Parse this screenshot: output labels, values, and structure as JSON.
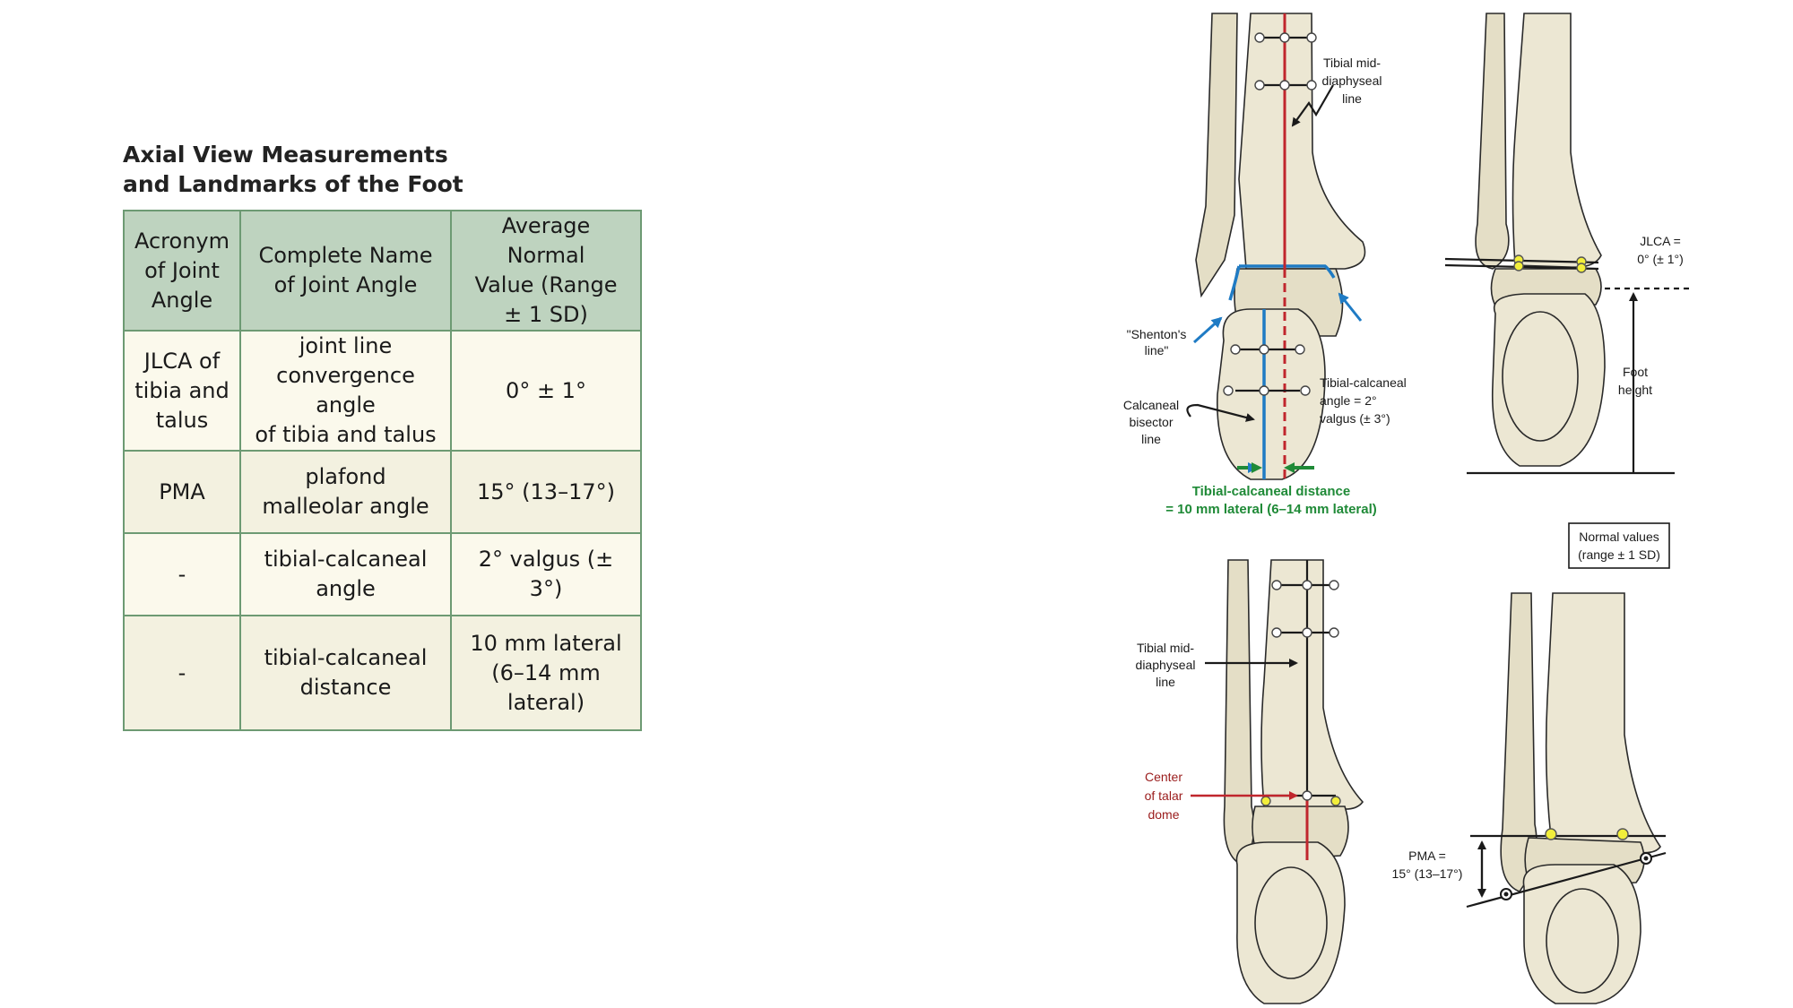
{
  "title": {
    "line1": "Axial View Measurements",
    "line2": "and Landmarks of the Foot"
  },
  "table": {
    "headers": [
      [
        "Acronym",
        "of Joint",
        "Angle"
      ],
      [
        "Complete Name",
        "of Joint Angle"
      ],
      [
        "Average Normal",
        "Value (Range",
        "± 1 SD)"
      ]
    ],
    "rows": [
      [
        [
          "JLCA of",
          "tibia and",
          "talus"
        ],
        [
          "joint line",
          "convergence angle",
          "of tibia and talus"
        ],
        [
          "0° ± 1°"
        ]
      ],
      [
        [
          "PMA"
        ],
        [
          "plafond",
          "malleolar angle"
        ],
        [
          "15° (13–17°)"
        ]
      ],
      [
        [
          "-"
        ],
        [
          "tibial-calcaneal",
          "angle"
        ],
        [
          "2° valgus (± 3°)"
        ]
      ],
      [
        [
          "-"
        ],
        [
          "tibial-calcaneal",
          "distance"
        ],
        [
          "10 mm lateral",
          "(6–14 mm",
          "lateral)"
        ]
      ]
    ]
  },
  "figure": {
    "tibial_line_top": [
      "Tibial mid-",
      "diaphyseal",
      "line"
    ],
    "shentons": [
      "\"Shenton's",
      "line\""
    ],
    "calcaneal_bisector": [
      "Calcaneal",
      "bisector",
      "line"
    ],
    "tibial_calcaneal_angle": [
      "Tibial-calcaneal",
      "angle = 2°",
      "valgus (± 3°)"
    ],
    "tibial_calcaneal_distance": [
      "Tibial-calcaneal distance",
      "= 10 mm lateral (6–14 mm lateral)"
    ],
    "jlca": [
      "JLCA =",
      "0° (± 1°)"
    ],
    "foot_height": [
      "Foot",
      "height"
    ],
    "normal_values": [
      "Normal values",
      "(range ± 1 SD)"
    ],
    "tibial_line_bottom": [
      "Tibial mid-",
      "diaphyseal",
      "line"
    ],
    "center_talar": [
      "Center",
      "of talar",
      "dome"
    ],
    "pma": [
      "PMA =",
      "15° (13–17°)"
    ]
  },
  "colors": {
    "header_bg": "#bed3bf",
    "border": "#6d9a73",
    "red_line": "#c0262d",
    "blue_line": "#1f7bc4",
    "green_text": "#1f8a37"
  }
}
